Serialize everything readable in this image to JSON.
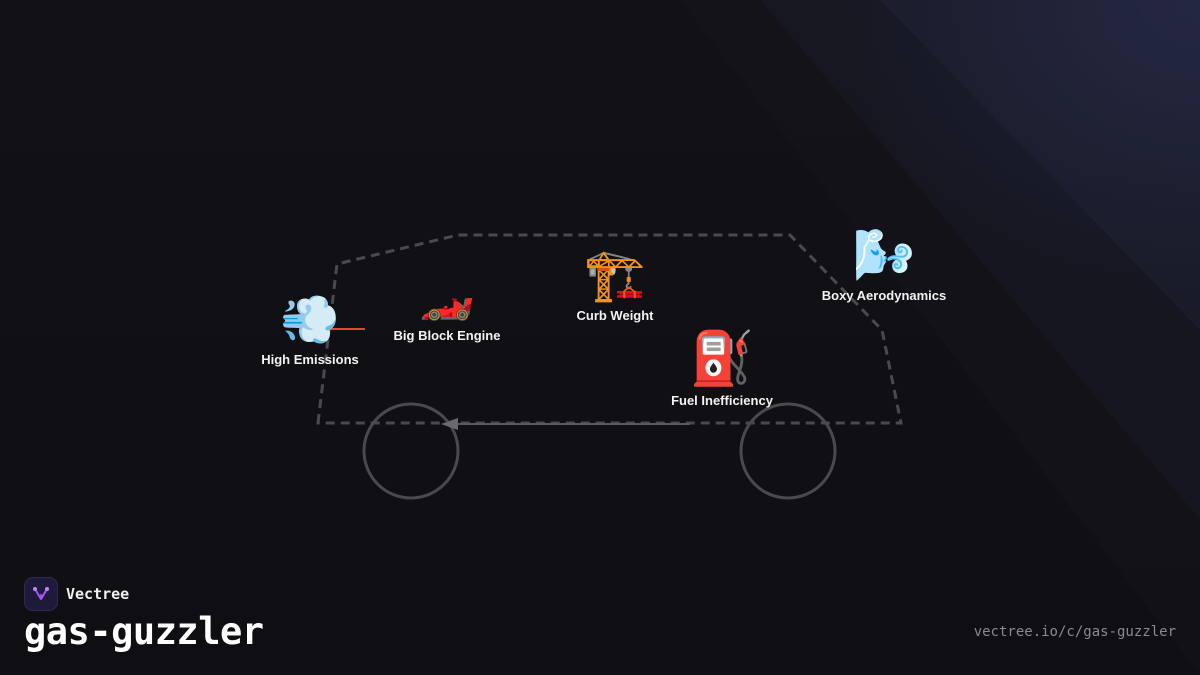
{
  "theme": {
    "background": "#101014",
    "outline_color": "#4a4a4e",
    "accent_line": "#e0483e",
    "label_color": "#f2f2f2",
    "brand_accent": "#a855f7"
  },
  "diagram": {
    "shape": "car-outline",
    "nodes": [
      {
        "label": "High Emissions",
        "icon": "dash-symbol-icon",
        "glyph": "💨"
      },
      {
        "label": "Big Block Engine",
        "icon": "racing-car-icon",
        "glyph": "🏎️"
      },
      {
        "label": "Curb Weight",
        "icon": "building-construction-icon",
        "glyph": "🏗️"
      },
      {
        "label": "Fuel Inefficiency",
        "icon": "fuel-pump-icon",
        "glyph": "⛽"
      },
      {
        "label": "Boxy Aerodynamics",
        "icon": "wind-face-icon",
        "glyph": "🌬️"
      }
    ]
  },
  "footer": {
    "brand": "Vectree",
    "brand_icon": "vectree-logo-icon",
    "title": "gas-guzzler",
    "url": "vectree.io/c/gas-guzzler"
  }
}
